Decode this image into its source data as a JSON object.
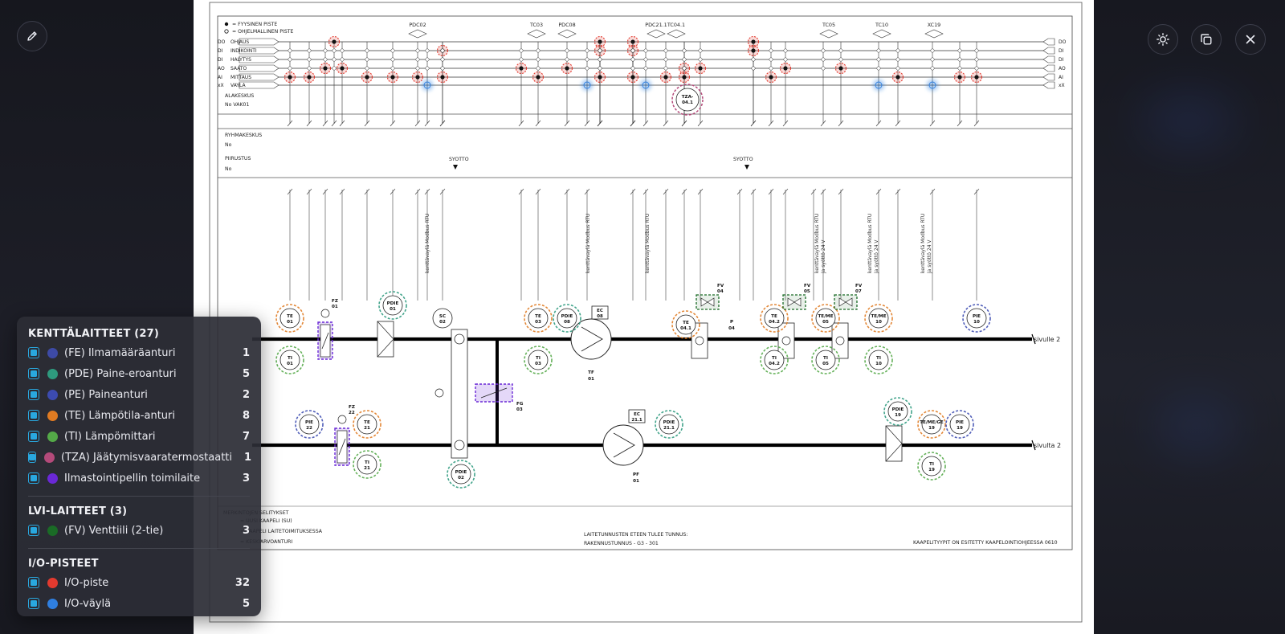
{
  "toolbar": {
    "edit_label": "Muokkaa",
    "theme_label": "Teema",
    "copy_label": "Kopioi",
    "close_label": "Sulje"
  },
  "drawing": {
    "legend_points": [
      "= FYYSINEN PISTE",
      "= OHJELMALLINEN PISTE"
    ],
    "signal_rows": [
      {
        "code": "DO",
        "label": "OHJAUS"
      },
      {
        "code": "DI",
        "label": "INDIKOINTI"
      },
      {
        "code": "DI",
        "label": "HALYTYS"
      },
      {
        "code": "AO",
        "label": "SAATO"
      },
      {
        "code": "AI",
        "label": "MITTAUS"
      },
      {
        "code": "xX",
        "label": "VAYLA"
      }
    ],
    "right_codes": [
      "DO",
      "DI",
      "DI",
      "AO",
      "AI",
      "xX"
    ],
    "top_tags": [
      "PDC02",
      "TC03",
      "PDC08",
      "PDC21.1",
      "TC04.1",
      "TC05",
      "TC10",
      "XC19"
    ],
    "alakeskus": "ALAKESKUS",
    "alakeskus_no": "No  VAK01",
    "ryhmakeskus": "RYHMAKESKUS",
    "ryhmakeskus_no": "No",
    "piirustus": "PIIRUSTUS",
    "piirustus_no": "No",
    "syotto": "SYOTTO",
    "field_bus": "kenttävaylä Modbus RTU",
    "field_bus_power": "ja syöttö 24 V",
    "to_right_top": "sivulle 2",
    "from_right_bottom": "sivulta 2",
    "footer_left_title": "MERKINTOJEN SELITYKSET",
    "footer_left_lines": [
      "= UUSI KAAPELI (SU)",
      "= KAAPELI LAITETOIMITUKSESSA",
      "= KESKIARVOANTURI"
    ],
    "footer_center": [
      "LAITETUNNUSTEN ETEEN TULEE TUNNUS:",
      "RAKENNUSTUNNUS - G3 - 301"
    ],
    "footer_right": "KAAPELITYYPIT ON ESITETTY KAAPELOINTIOHJEESSA 0610",
    "devices": {
      "te01": [
        "TE",
        "01"
      ],
      "ti01": [
        "TI",
        "01"
      ],
      "fz01": [
        "FZ",
        "01"
      ],
      "pdie01": [
        "PDIE",
        "01"
      ],
      "sc02": [
        "SC",
        "02"
      ],
      "te03": [
        "TE",
        "03"
      ],
      "ti03": [
        "TI",
        "03"
      ],
      "pdie08": [
        "PDIE",
        "08"
      ],
      "ec08": [
        "EC",
        "08"
      ],
      "tf01": [
        "TF",
        "01"
      ],
      "te041": [
        "TE",
        "04.1"
      ],
      "fv04": [
        "FV",
        "04"
      ],
      "p04": [
        "P",
        "04"
      ],
      "te042": [
        "TE",
        "04.2"
      ],
      "ti042": [
        "TI",
        "04.2"
      ],
      "fv05": [
        "FV",
        "05"
      ],
      "teme05": [
        "TE/ME",
        "05"
      ],
      "ti05": [
        "TI",
        "05"
      ],
      "fv07": [
        "FV",
        "07"
      ],
      "teme10": [
        "TE/ME",
        "10"
      ],
      "ti10": [
        "TI",
        "10"
      ],
      "pie10": [
        "PIE",
        "10"
      ],
      "pie22": [
        "PIE",
        "22"
      ],
      "fz22": [
        "FZ",
        "22"
      ],
      "te21": [
        "TE",
        "21"
      ],
      "ti21": [
        "TI",
        "21"
      ],
      "fg03": [
        "FG",
        "03"
      ],
      "pdie02": [
        "PDIE",
        "02"
      ],
      "ec211": [
        "EC",
        "21.1"
      ],
      "pdie211": [
        "PDIE",
        "21.1"
      ],
      "pf01": [
        "PF",
        "01"
      ],
      "pdie19": [
        "PDIE",
        "19"
      ],
      "temege19": [
        "TE/ME/GE",
        "19"
      ],
      "pie19": [
        "PIE",
        "19"
      ],
      "ti19": [
        "TI",
        "19"
      ],
      "tza041": [
        "TZA-",
        "04.1"
      ]
    }
  },
  "legend": {
    "sections": [
      {
        "title": "KENTTÄLAITTEET (27)",
        "items": [
          {
            "label": "(FE) Ilmamääräanturi",
            "count": "1",
            "color": "#3d4aa6"
          },
          {
            "label": "(PDE) Paine-eroanturi",
            "count": "5",
            "color": "#2e9a7e"
          },
          {
            "label": "(PE) Paineanturi",
            "count": "2",
            "color": "#3c4bb0"
          },
          {
            "label": "(TE) Lämpötila-anturi",
            "count": "8",
            "color": "#e07b22"
          },
          {
            "label": "(TI) Lämpömittari",
            "count": "7",
            "color": "#54a948"
          },
          {
            "label": "(TZA) Jäätymisvaaratermostaatti",
            "count": "1",
            "color": "#b44a7a"
          },
          {
            "label": "Ilmastointipellin toimilaite",
            "count": "3",
            "color": "#6a28d6"
          }
        ]
      },
      {
        "title": "LVI-LAITTEET (3)",
        "items": [
          {
            "label": "(FV) Venttiili (2-tie)",
            "count": "3",
            "color": "#1a6b26"
          }
        ]
      },
      {
        "title": "I/O-PISTEET",
        "items": [
          {
            "label": "I/O-piste",
            "count": "32",
            "color": "#e23a2f"
          },
          {
            "label": "I/O-väylä",
            "count": "5",
            "color": "#2f7fe0"
          }
        ]
      }
    ]
  }
}
